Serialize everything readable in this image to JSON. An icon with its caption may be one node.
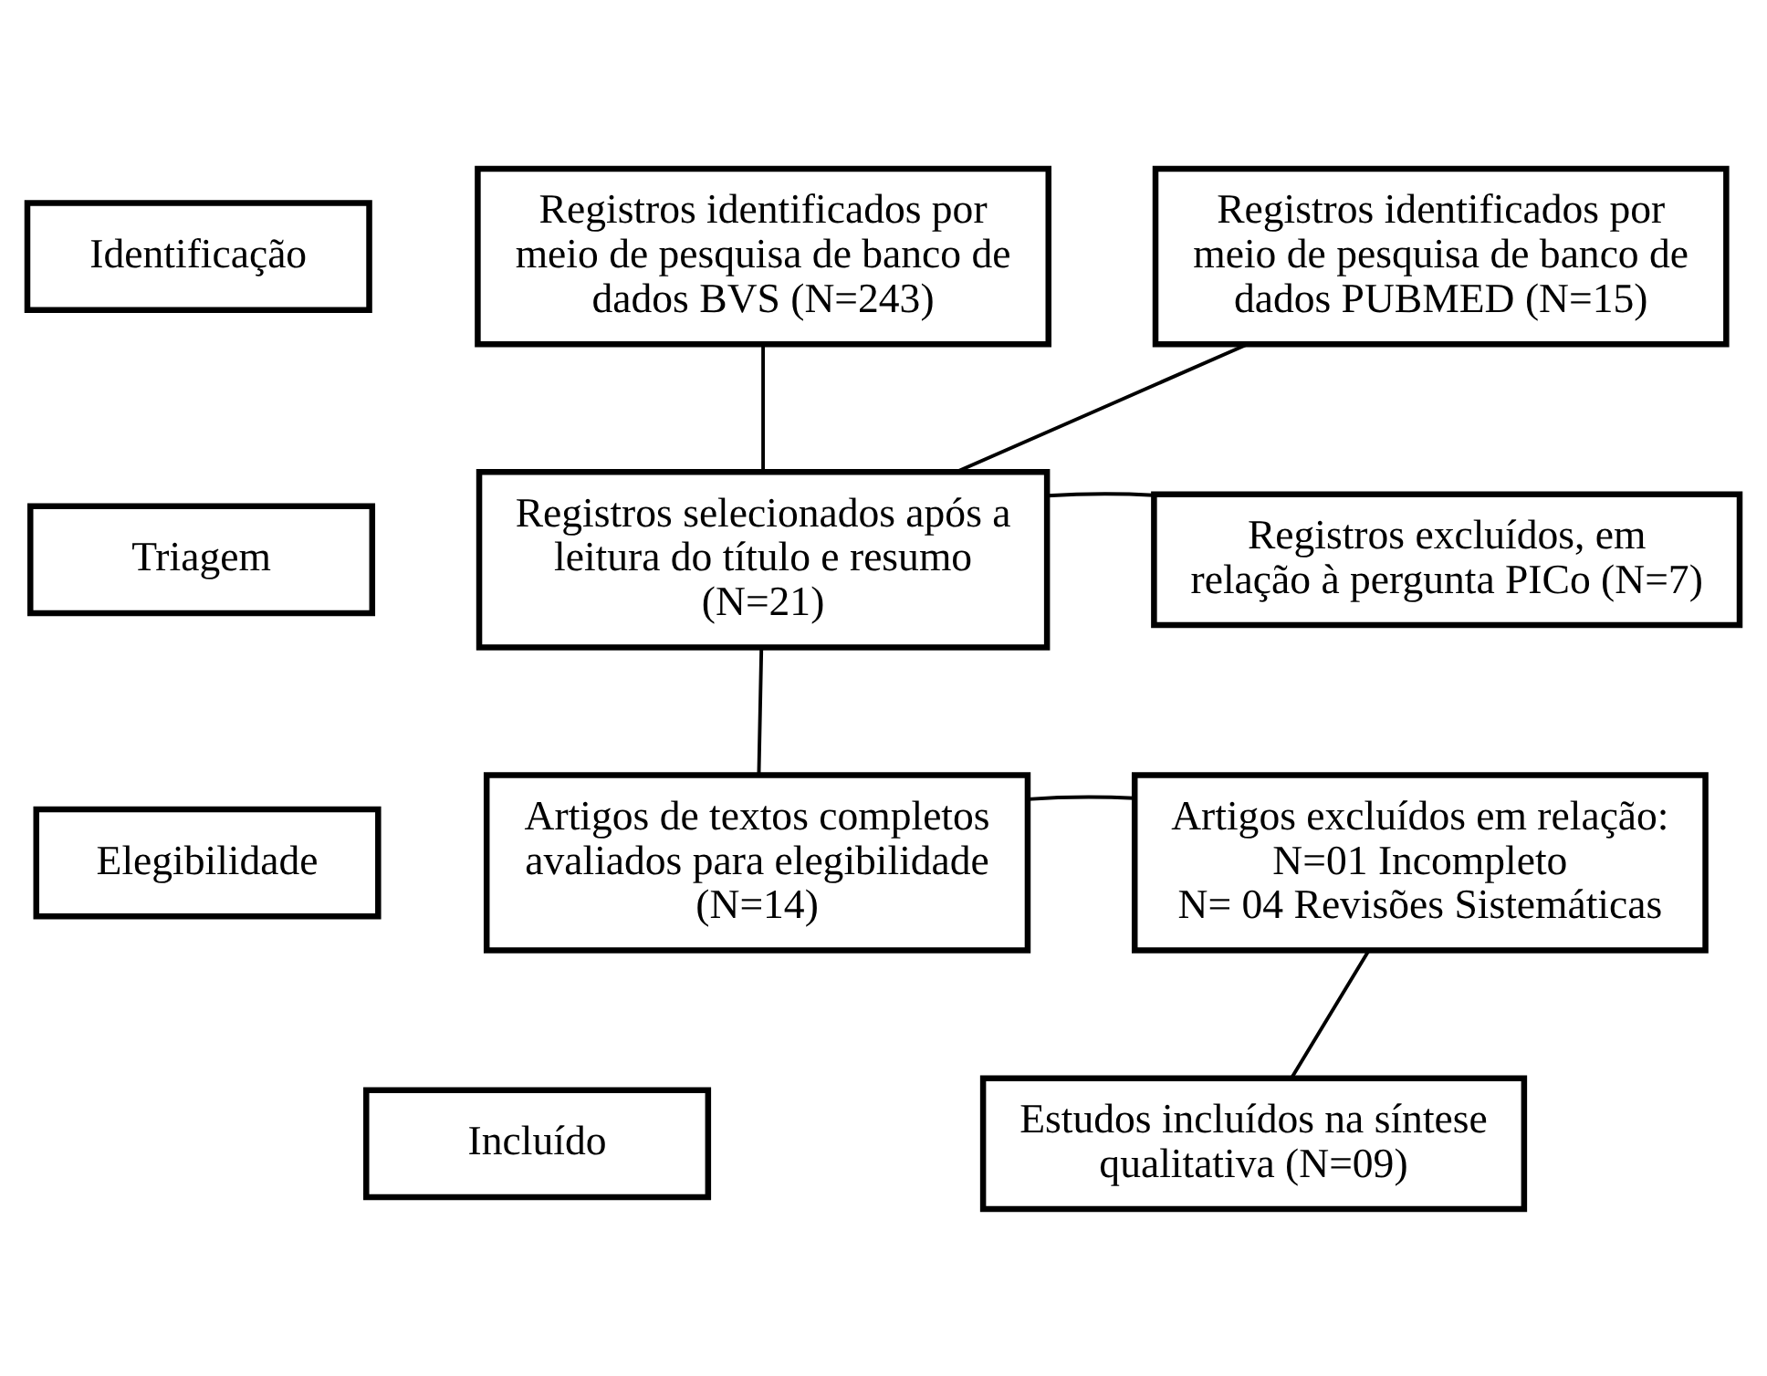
{
  "diagram": {
    "nodes": [
      {
        "text": [
          "Identificação"
        ]
      },
      {
        "text": [
          "Triagem"
        ]
      },
      {
        "text": [
          "Elegibilidade"
        ]
      },
      {
        "text": [
          "Incluído"
        ]
      },
      {
        "text": [
          "Registros identificados por meio de pesquisa de banco de dados BVS (N=243)"
        ]
      },
      {
        "text": [
          "Registros identificados por meio de pesquisa de banco de dados PUBMED (N=15)"
        ]
      },
      {
        "text": [
          "Registros selecionados após a leitura do título e resumo (N=21)"
        ]
      },
      {
        "text": [
          "Registros excluídos, em relação à pergunta PICo (N=7)"
        ]
      },
      {
        "text": [
          "Artigos de textos completos avaliados para elegibilidade (N=14)"
        ]
      },
      {
        "text": [
          "Artigos excluídos em relação:",
          "N=01 Incompleto",
          "N= 04 Revisões Sistemáticas"
        ]
      },
      {
        "text": [
          "Estudos incluídos na síntese qualitativa (N=09)"
        ]
      }
    ],
    "edges": [
      {
        "from": 4,
        "to": 6,
        "arrow": "none"
      },
      {
        "from": 5,
        "to": 6,
        "arrow": "none"
      },
      {
        "from": 6,
        "to": 7,
        "arrow": "none"
      },
      {
        "from": 6,
        "to": 8,
        "arrow": "none"
      },
      {
        "from": 8,
        "to": 9,
        "arrow": "none"
      },
      {
        "from": 9,
        "to": 10,
        "arrow": "none"
      }
    ]
  }
}
